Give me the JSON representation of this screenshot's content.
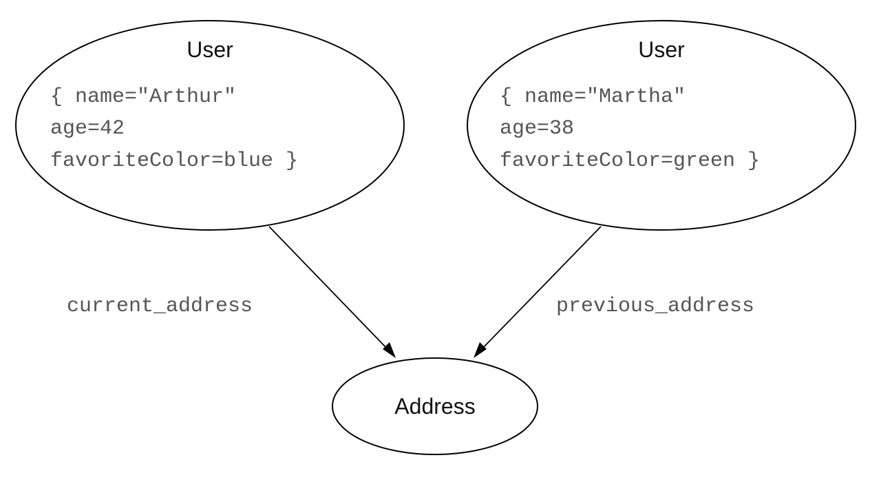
{
  "nodes": {
    "user_left": {
      "title": "User",
      "lines": [
        "{ name=\"Arthur\"",
        "age=42",
        "favoriteColor=blue }"
      ]
    },
    "user_right": {
      "title": "User",
      "lines": [
        "{ name=\"Martha\"",
        "age=38",
        "favoriteColor=green }"
      ]
    },
    "address": {
      "title": "Address"
    }
  },
  "edges": {
    "current": {
      "label": "current_address"
    },
    "previous": {
      "label": "previous_address"
    }
  }
}
